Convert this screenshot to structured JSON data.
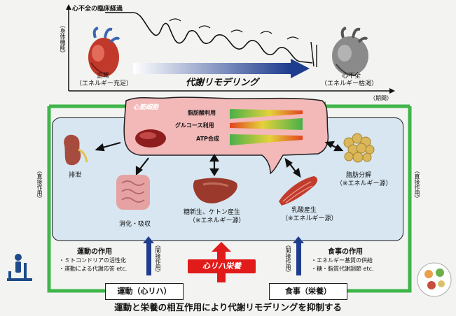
{
  "graph": {
    "title": "心不全の臨床経過",
    "y_label": "（身体機能）",
    "x_label": "（期間）",
    "normal_label": "正常",
    "normal_sub": "（エネルギー充足）",
    "failure_label": "心不全",
    "failure_sub": "（エネルギー枯渇）",
    "arrow_label": "代謝リモデリング"
  },
  "cell": {
    "label": "心筋細胞",
    "bars": [
      {
        "label": "脂肪酸利用",
        "trend": "decreasing"
      },
      {
        "label": "グルコース利用",
        "trend": "increasing"
      },
      {
        "label": "ATP合成",
        "trend": "decreasing"
      }
    ]
  },
  "organs": {
    "kidney": "排泄",
    "intestine": "消化・吸収",
    "liver_line1": "糖新生、ケトン産生",
    "liver_line2": "（※エネルギー源）",
    "muscle_line1": "乳酸産生",
    "muscle_line2": "（※エネルギー源）",
    "fat_line1": "脂肪分解",
    "fat_line2": "（※エネルギー源）"
  },
  "side": {
    "left_direct": "（直接作用）",
    "right_direct": "（直接作用）",
    "left_indirect": "（間接作用）",
    "right_indirect": "（間接作用）"
  },
  "exercise": {
    "title": "運動の作用",
    "item1": "・ミトコンドリアの活性化",
    "item2": "・運動による代謝応答 etc.",
    "box": "運動（心リハ）"
  },
  "diet": {
    "title": "食事の作用",
    "item1": "・エネルギー基質の供給",
    "item2": "・糖・脂質代謝調節 etc.",
    "box": "食事（栄養）"
  },
  "center_label": "心リハ栄養",
  "footer": "運動と栄養の相互作用により代謝リモデリングを抑制する",
  "colors": {
    "green": "#3fb54a",
    "cell_pink": "#f3b8b8",
    "arrow_blue": "#1f3d8f",
    "red": "#e11a1a",
    "panel_blue": "#d7e6f1"
  }
}
